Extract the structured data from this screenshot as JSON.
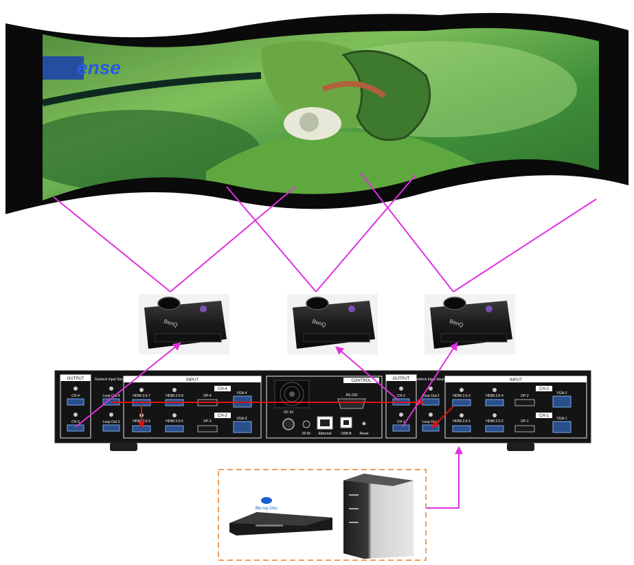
{
  "screen": {
    "logo_text": "ense"
  },
  "projectors": [
    {
      "brand": "BenQ"
    },
    {
      "brand": "BenQ"
    },
    {
      "brand": "BenQ"
    }
  ],
  "processor": {
    "left_unit": {
      "output_title": "OUTPUT",
      "sync_label": "Genlock Input Source",
      "input_title": "INPUT",
      "group_top": "CH-4",
      "group_bottom": "CH-3",
      "out_ports": [
        "CH-4",
        "CH-3"
      ],
      "loop_ports": [
        "Loop Out-4",
        "Loop Out-3"
      ],
      "top_ports": [
        "HDMI 2.0-7",
        "HDMI 2.0-8",
        "DP-4",
        "VGA-4"
      ],
      "bottom_ports": [
        "HDMI 2.0-5",
        "HDMI 2.0-6",
        "DP-3",
        "VGA-3"
      ]
    },
    "control": {
      "title": "CONTROL",
      "dc_label": "DC IN",
      "rs232_label": "RS-232",
      "ethernet_label": "Ethernet",
      "usb_label": "USB-B",
      "reset_label": "Reset",
      "ir_label": "IR-IN"
    },
    "right_unit": {
      "output_title": "OUTPUT",
      "sync_label": "Genlock Input Source",
      "input_title": "INPUT",
      "group_top": "CH-2",
      "group_bottom": "CH-1",
      "out_ports": [
        "CH-2",
        "CH-1"
      ],
      "loop_ports": [
        "Loop Out-2",
        "Loop Out-1"
      ],
      "top_ports": [
        "HDMI 2.0-3",
        "HDMI 2.0-4",
        "DP-2",
        "VGA-2"
      ],
      "bottom_ports": [
        "HDMI 2.0-1",
        "HDMI 2.0-2",
        "DP-1",
        "VGA-1"
      ]
    }
  },
  "sources": {
    "bluray_brand": "Blu-ray Disc"
  },
  "colors": {
    "signal_line": "#e030e0",
    "loop_line": "#e01010",
    "source_box_border": "#e8a060",
    "panel": "#141414"
  }
}
